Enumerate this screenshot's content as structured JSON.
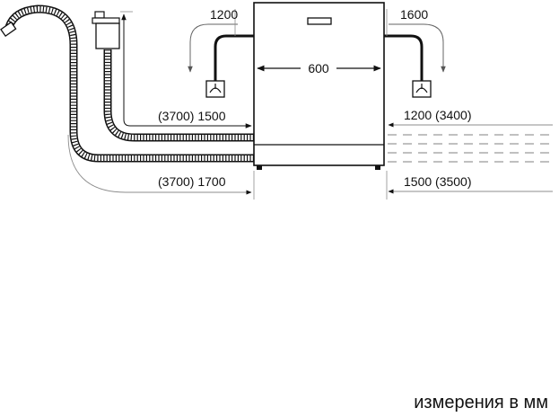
{
  "labels": {
    "cold_water_connection": "1200",
    "hot_water_connection": "1600",
    "appliance_width": "600",
    "left_drain_hose_upper": "(3700) 1500",
    "right_water_supply": "1200 (3400)",
    "left_drain_hose_lower": "(3700) 1700",
    "right_drain_hose": "1500 (3500)"
  },
  "caption": "измерения в мм",
  "colors": {
    "line": "#111111",
    "dim_line": "#8c8c8c",
    "dashed": "#9a9a9a"
  }
}
